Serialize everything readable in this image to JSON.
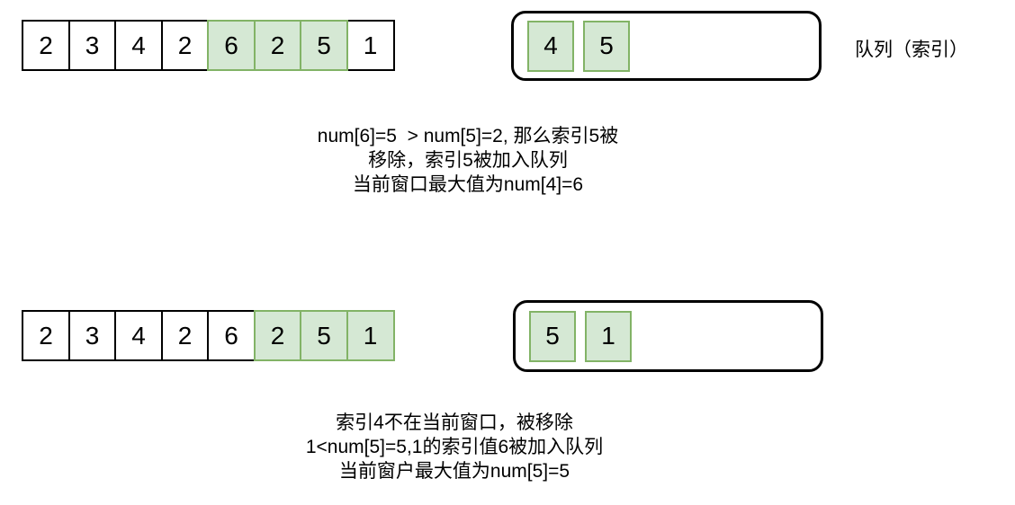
{
  "colors": {
    "highlight_fill": "#d5e8d4",
    "highlight_stroke": "#82b366",
    "cell_stroke": "#000000",
    "text_color": "#000000"
  },
  "queue_label": "队列（索引）",
  "panels": [
    {
      "array": {
        "values": [
          "2",
          "3",
          "4",
          "2",
          "6",
          "2",
          "5",
          "1"
        ],
        "highlighted": [
          4,
          5,
          6
        ]
      },
      "queue": {
        "items": [
          "4",
          "5"
        ]
      },
      "caption": [
        "num[6]=5  > num[5]=2, 那么索引5被",
        "移除，索引5被加入队列",
        "当前窗口最大值为num[4]=6"
      ]
    },
    {
      "array": {
        "values": [
          "2",
          "3",
          "4",
          "2",
          "6",
          "2",
          "5",
          "1"
        ],
        "highlighted": [
          5,
          6,
          7
        ]
      },
      "queue": {
        "items": [
          "5",
          "1"
        ]
      },
      "caption": [
        "索引4不在当前窗口，被移除",
        "1<num[5]=5,1的索引值6被加入队列",
        "当前窗户最大值为num[5]=5"
      ]
    }
  ]
}
